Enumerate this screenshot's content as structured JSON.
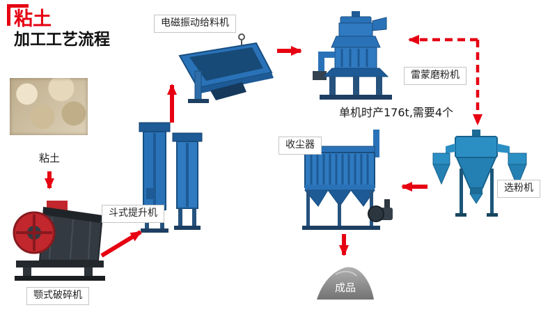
{
  "title": {
    "line1": "粘土",
    "line2": "加工工艺流程"
  },
  "nodes": {
    "clay": {
      "label": "粘土"
    },
    "jaw_crusher": {
      "label": "颚式破碎机"
    },
    "bucket_elevator": {
      "label": "斗式提升机"
    },
    "vibrating_feeder": {
      "label": "电磁振动给料机"
    },
    "raymond_mill": {
      "label": "雷蒙磨粉机",
      "note": "单机时产176t,需要4个"
    },
    "dust_collector": {
      "label": "收尘器"
    },
    "classifier": {
      "label": "选粉机"
    },
    "product": {
      "label": "成品"
    }
  },
  "flow": {
    "sequence": [
      "粘土",
      "颚式破碎机",
      "斗式提升机",
      "电磁振动给料机",
      "雷蒙磨粉机",
      "选粉机",
      "收尘器",
      "成品"
    ]
  },
  "colors": {
    "arrow_red": "#e60012",
    "title_red": "#e60012",
    "machine_blue": "#2a72b8",
    "classifier_blue": "#2b8fc4",
    "crusher_red": "#c1272d",
    "product_gray": "#8a8a8a"
  }
}
